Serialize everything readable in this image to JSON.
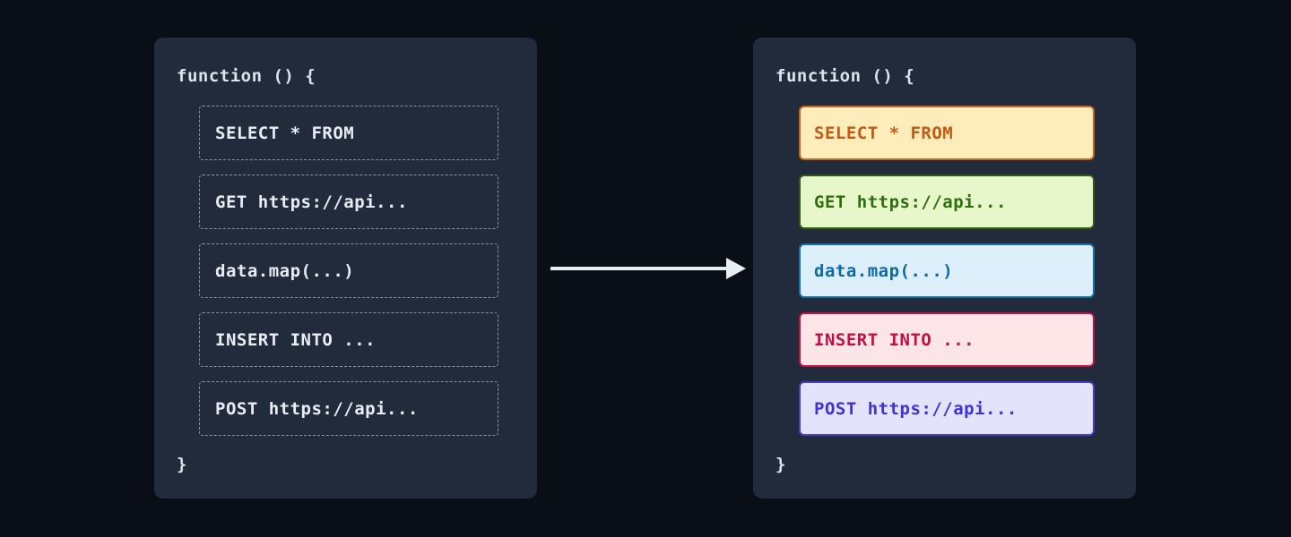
{
  "function_open": "function () {",
  "function_close": "}",
  "left_panel": {
    "items": [
      {
        "label": "SELECT * FROM"
      },
      {
        "label": "GET https://api..."
      },
      {
        "label": "data.map(...)"
      },
      {
        "label": "INSERT INTO ..."
      },
      {
        "label": "POST https://api..."
      }
    ]
  },
  "right_panel": {
    "items": [
      {
        "label": "SELECT * FROM",
        "bg": "#fcedba",
        "border": "#c4651d",
        "text": "#c05a17"
      },
      {
        "label": "GET https://api...",
        "bg": "#e7f7c9",
        "border": "#315c13",
        "text": "#2e6e10"
      },
      {
        "label": "data.map(...)",
        "bg": "#ddeffb",
        "border": "#1171ab",
        "text": "#0e6aa4"
      },
      {
        "label": "INSERT INTO ...",
        "bg": "#fce5e7",
        "border": "#c20f48",
        "text": "#c20f48"
      },
      {
        "label": "POST https://api...",
        "bg": "#e3e3fb",
        "border": "#483bce",
        "text": "#4133d2"
      }
    ]
  },
  "arrow": {
    "color": "#e9edf4"
  },
  "colors": {
    "page_background": "#0a0e17",
    "panel_background": "#212b3b",
    "code_text": "#dde3ec",
    "dashed_border": "#8a93a3"
  }
}
